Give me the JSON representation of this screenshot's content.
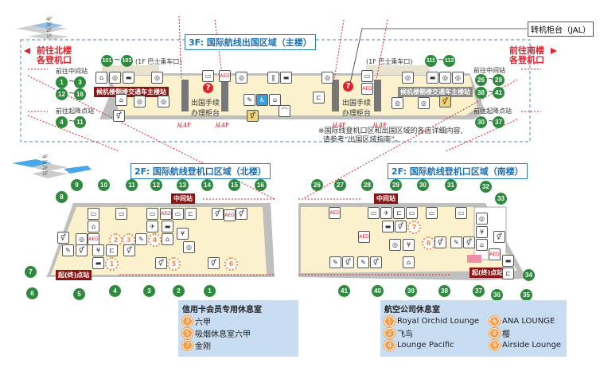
{
  "floor3": {
    "title": "3F: 国际航线出国区域（主楼）",
    "to_north": "前往北楼\n各登机口",
    "to_south": "前往南楼\n各登机口",
    "to_middle_left": "前往中间站",
    "to_terminal_left": "前往起降点站",
    "to_middle_right": "前往中间站",
    "to_terminal_right": "前往起降点站",
    "bus_left": "(1F 巴士乘车口)",
    "bus_right": "(1F 巴士乘车口)",
    "shuttle_left": "候机楼侧楼交通车主楼站",
    "shuttle_right": "候机楼侧楼交通车主楼站",
    "checkin_left": "出国手续\n办理柜台",
    "checkin_right": "出国手续\n办理柜台",
    "from4f": "从4F",
    "note": "※国际线登机口区和出国区域的各店详细内容,\n  请参考“出国区域指南”。",
    "jal": "转机柜台（JAL）",
    "floor_mini": [
      "4F",
      "3F",
      "2F",
      "1F"
    ],
    "gates": {
      "a1": "1",
      "a2": "3",
      "b1": "12",
      "b2": "16",
      "c1": "4",
      "c2": "11",
      "d1": "101",
      "d2": "103",
      "e1": "111",
      "e2": "113",
      "f1": "26",
      "f2": "29",
      "g1": "38",
      "g2": "41",
      "h1": "30",
      "h2": "37"
    },
    "tilde": "~"
  },
  "floor2_north": {
    "title": "2F: 国际航线登机口区域（北楼）",
    "middle_station": "中间站",
    "terminal_station": "起(终)点站",
    "gates": [
      "1",
      "2",
      "3",
      "4",
      "5",
      "6",
      "7",
      "8",
      "9",
      "10",
      "11",
      "12",
      "13",
      "14",
      "15",
      "16"
    ]
  },
  "floor2_south": {
    "title": "2F: 国际航线登机口区域（南楼）",
    "middle_station": "中间站",
    "terminal_station": "起(终)点站",
    "gates": [
      "26",
      "27",
      "28",
      "29",
      "30",
      "31",
      "32",
      "33",
      "34",
      "35",
      "36",
      "37",
      "38",
      "39",
      "40",
      "41"
    ]
  },
  "legend_credit": {
    "title": "信用卡会员专用休息室",
    "items": [
      {
        "num": "3",
        "label": "六甲"
      },
      {
        "num": "5",
        "label": "吸烟休息室六甲"
      },
      {
        "num": "7",
        "label": "金刚"
      }
    ]
  },
  "legend_airline": {
    "title": "航空公司休息室",
    "items": [
      {
        "num": "1",
        "label": "Royal Orchid Lounge"
      },
      {
        "num": "2",
        "label": "飞鸟"
      },
      {
        "num": "4",
        "label": "Lounge Pacific"
      },
      {
        "num": "6",
        "label": "ANA LOUNGE"
      },
      {
        "num": "8",
        "label": "樱"
      },
      {
        "num": "9",
        "label": "Airside Lounge"
      }
    ]
  },
  "icons": {
    "aed": "AED",
    "info": "?"
  },
  "colors": {
    "gate": "#2e8b3e",
    "floor": "#fbf1cc",
    "station": "#8b1515",
    "title": "#1f6fb3",
    "accent_red": "#e3202a",
    "legend_bg": "#c8dcf2",
    "lounge": "#f08a3c"
  }
}
